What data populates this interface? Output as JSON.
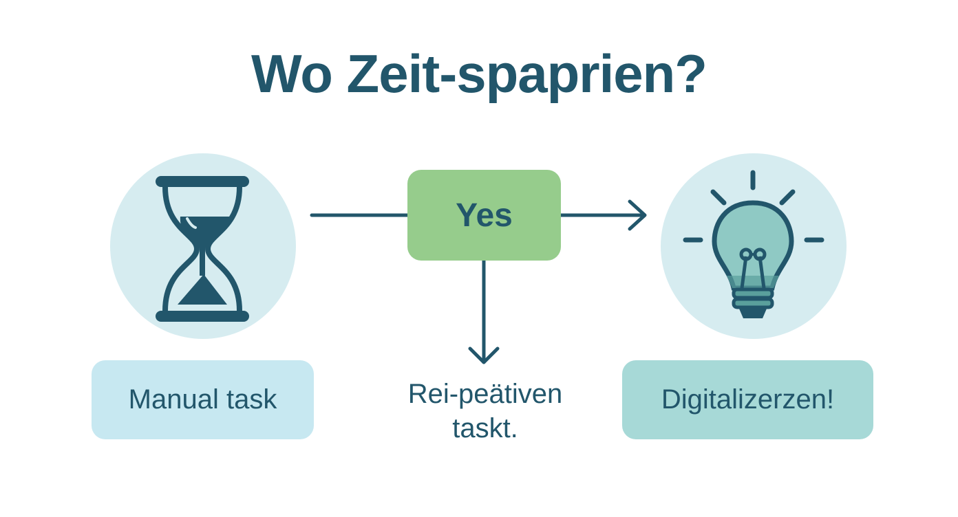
{
  "title": "Wo Zeit-spaprien?",
  "nodes": {
    "start_icon": "hourglass-icon",
    "start_label": "Manual task",
    "decision_label": "Yes",
    "down_label_line1": "Rei-peätiven",
    "down_label_line2": "taskt.",
    "end_icon": "lightbulb-icon",
    "end_label": "Digitalizerzen!"
  },
  "colors": {
    "primary": "#22566b",
    "circle_bg": "#d6ecf0",
    "decision_bg": "#96cc8c",
    "start_label_bg": "#c7e8f1",
    "end_label_bg": "#a7d9d7",
    "bulb_fill": "#8fc9c4"
  }
}
